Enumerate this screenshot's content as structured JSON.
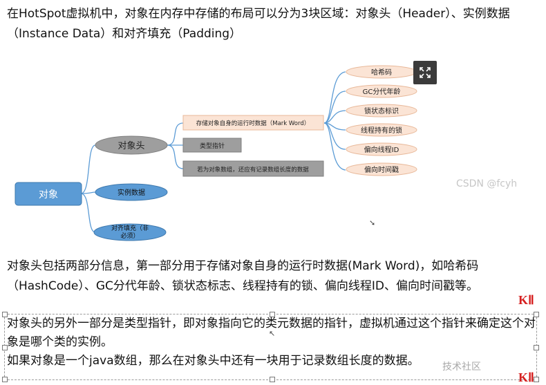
{
  "intro_text": "在HotSpot虚拟机中，对象在内存中存储的布局可以分为3块区域：对象头（Header）、实例数据（Instance Data）和对齐填充（Padding）",
  "diagram": {
    "root": "对象",
    "branches": [
      "对象头",
      "实例数据",
      "对齐填充（非",
      "必须）"
    ],
    "header_items": [
      "存储对象自身的运行时数据（Mark Word）",
      "类型指针",
      "若为对象数组，还应有记录数组长度的数据"
    ],
    "markword_items": [
      "哈希码",
      "GC分代年龄",
      "锁状态标识",
      "线程持有的锁",
      "偏向线程ID",
      "偏向时间戳"
    ]
  },
  "watermark": "CSDN @fcyh",
  "watermark_bottom": "技术社区",
  "body_text_1": "对象头包括两部分信息，第一部分用于存储对象自身的运行时数据(Mark Word)，如哈希码（HashCode）、GC分代年龄、锁状态标志、线程持有的锁、偏向线程ID、偏向时间戳等。",
  "body_text_2": "对象头的另外一部分是类型指针，即对象指向它的类元数据的指针，虚拟机通过这个指针来确定这个对象是哪个类的实例。",
  "body_text_3": "如果对象是一个java数组，那么在对象头中还有一块用于记录数组长度的数据。",
  "red_marks": [
    "K",
    "Ⅱ"
  ],
  "icons": {
    "expand": "expand-icon",
    "cursor": "cursor-icon"
  },
  "colors": {
    "root_fill": "#5b9bd5",
    "gray_node": "#9e9e9e",
    "blue_node": "#5b9bd5",
    "peach_node": "#fbe4d5",
    "line": "#5b9bd5"
  }
}
